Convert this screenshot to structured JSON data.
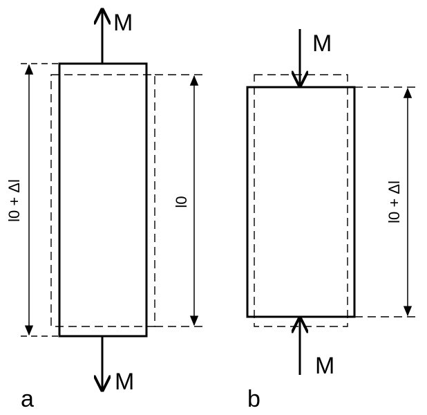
{
  "diagram": {
    "panel_a": {
      "caption": "a",
      "force_top_label": "M",
      "force_bottom_label": "M",
      "dim_outer_label": "l0 + Δl",
      "dim_original_label": "l0"
    },
    "panel_b": {
      "caption": "b",
      "force_top_label": "M",
      "force_bottom_label": "M",
      "dim_label": "l0 + Δl"
    },
    "colors": {
      "line": "#000000",
      "background": "#ffffff"
    }
  }
}
